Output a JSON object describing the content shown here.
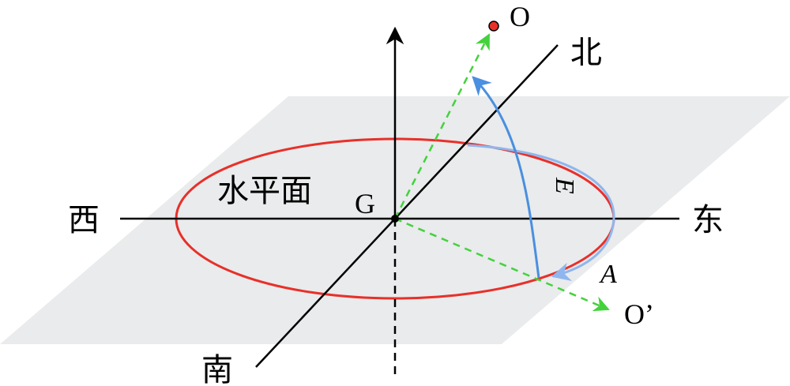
{
  "labels": {
    "point_o": "O",
    "north": "北",
    "west": "西",
    "east": "东",
    "south": "南",
    "plane": "水平面",
    "center_g": "G",
    "arc_e": "E",
    "point_a": "A",
    "point_o_prime": "O’"
  },
  "colors": {
    "plane": "#e9ebec",
    "horizon_ellipse": "#e8302a",
    "axis": "#000000",
    "sun_ray": "#44d23c",
    "arc_e": "#4a8fe0",
    "arc_a": "#8fb6ee",
    "sun_dot": "#e8302a"
  }
}
